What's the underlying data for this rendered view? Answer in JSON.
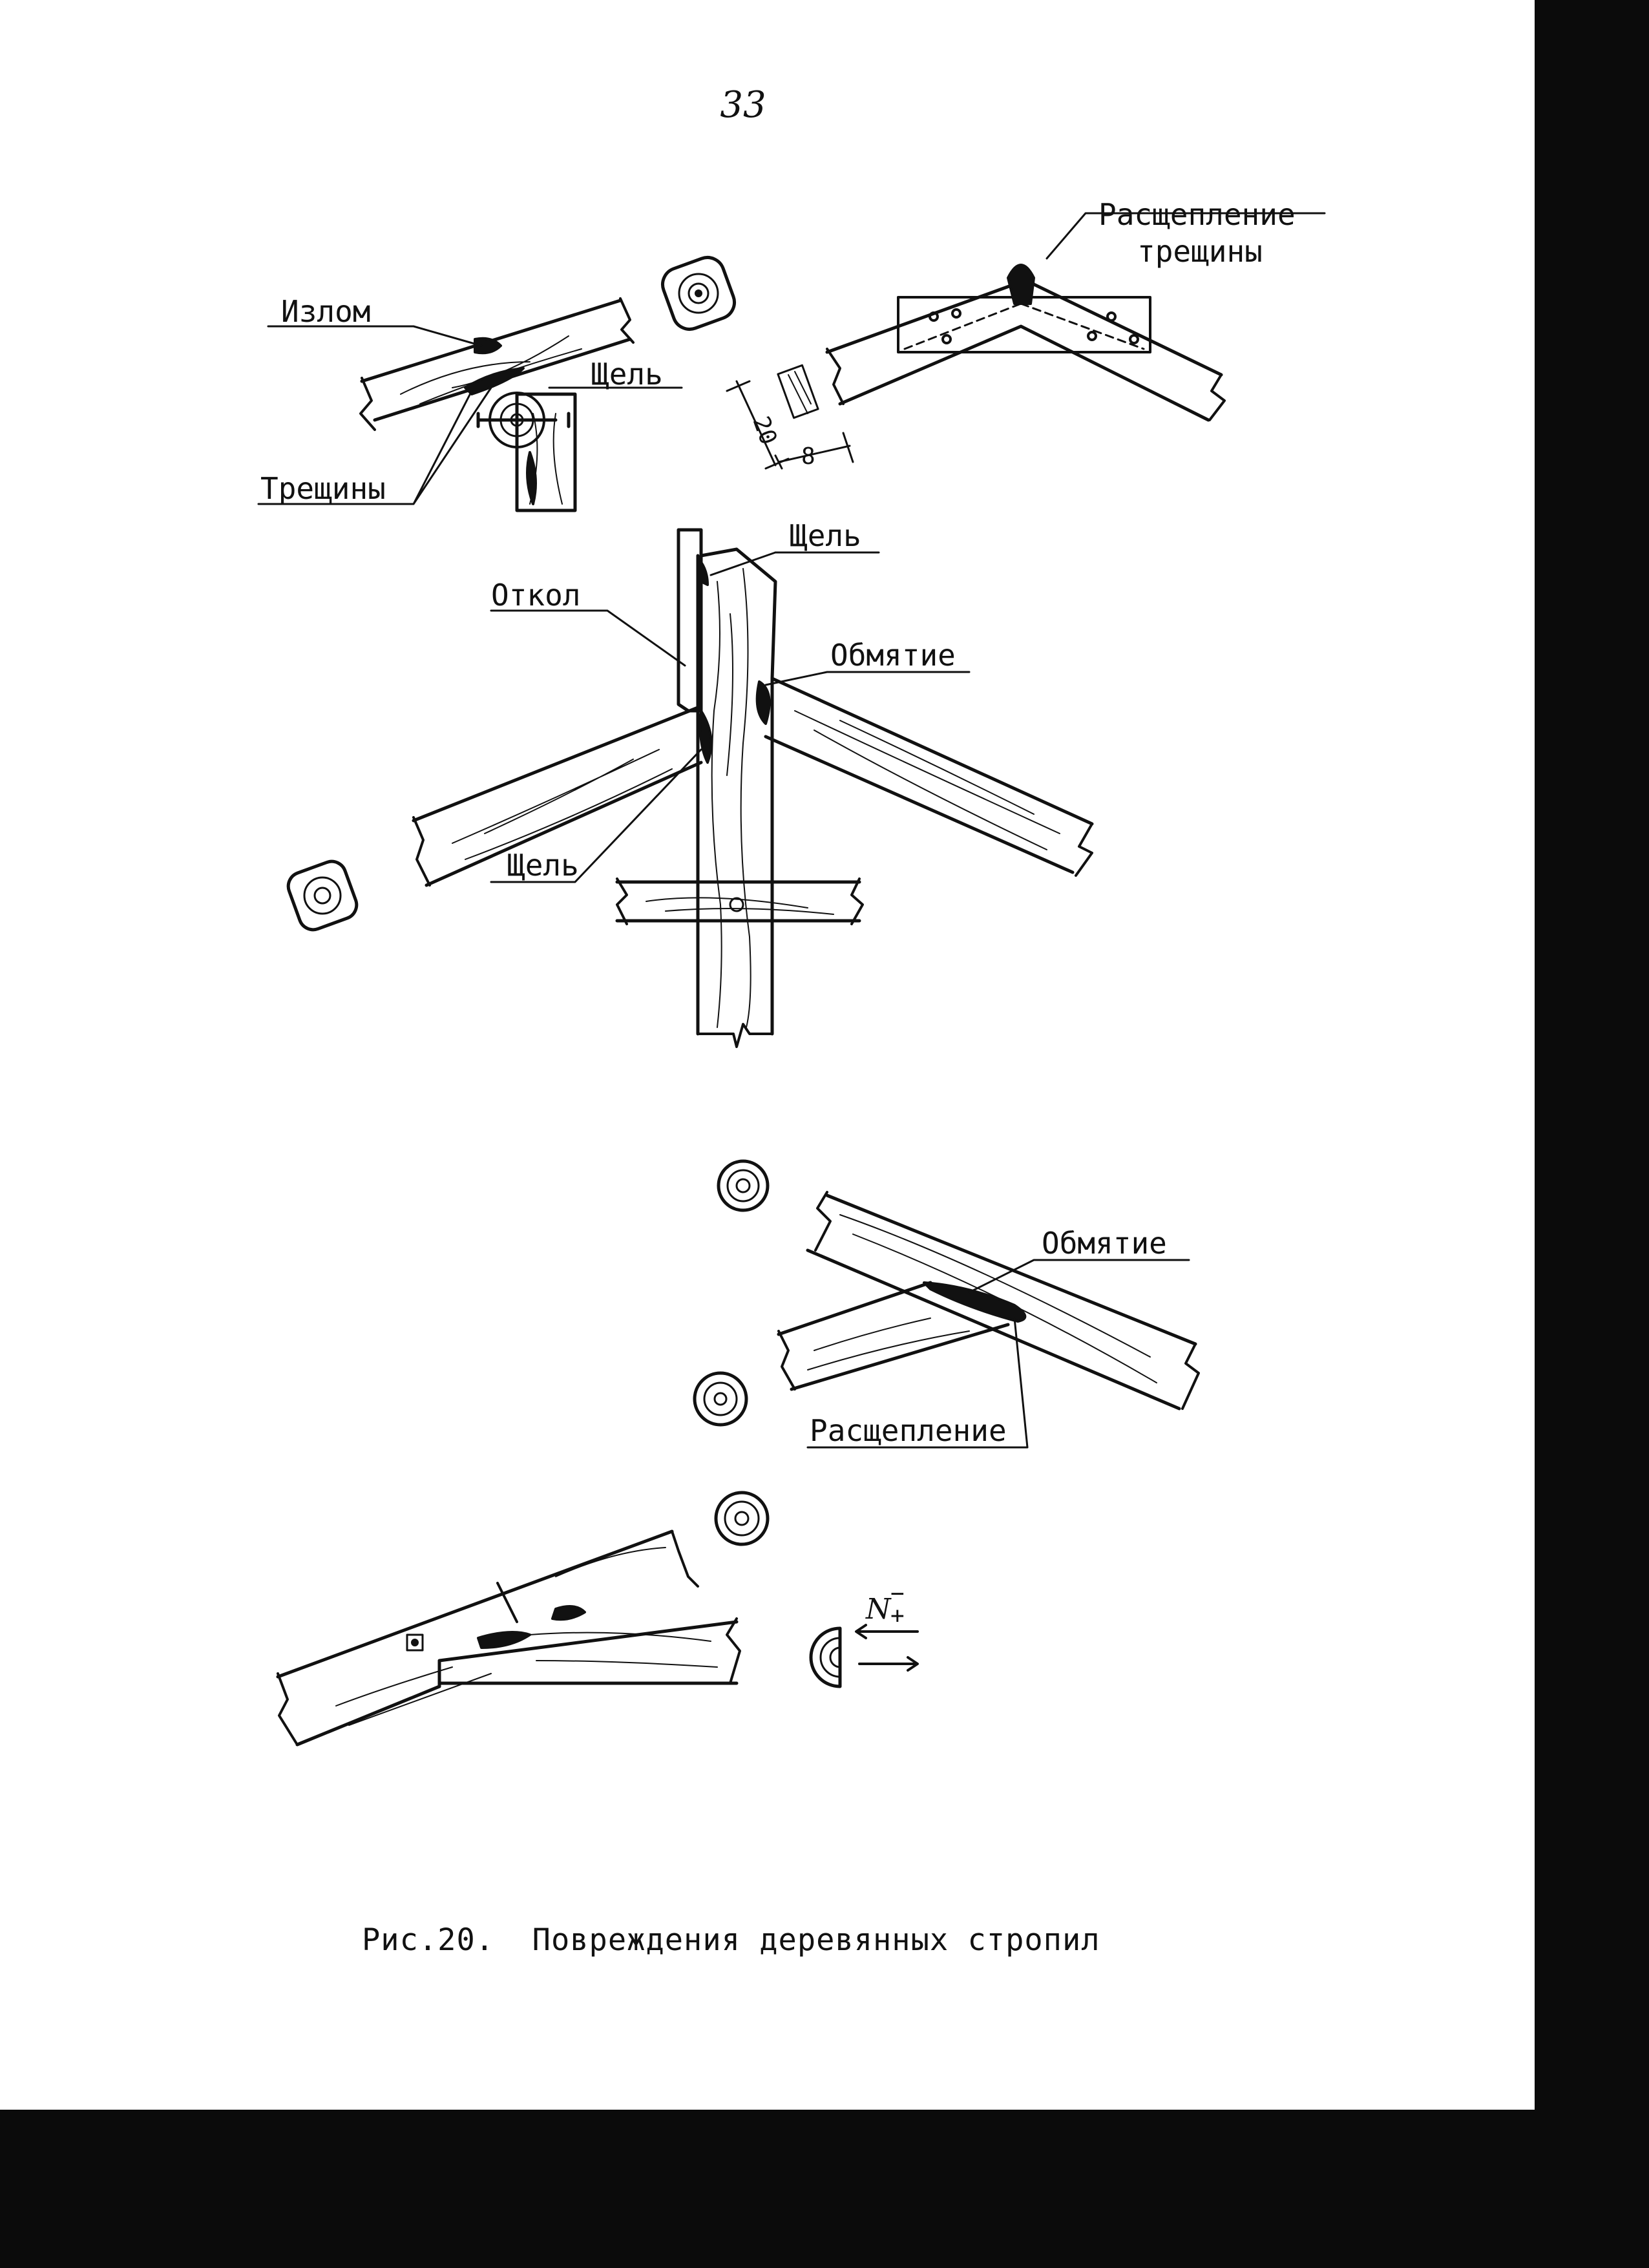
{
  "page": {
    "number": "33",
    "caption_fig": "Рис.20.",
    "caption_text": "Повреждения деревянных стропил"
  },
  "labels": {
    "izlom": "Излом",
    "shchel_top": "Щель",
    "treshchiny": "Трещины",
    "rasshcheplenie_top": "Расщепление",
    "treshchiny_small": "трещины",
    "dim_20": "20",
    "dim_8": "8",
    "shchel_mid_top": "Щель",
    "otkol": "Откол",
    "obmyatie_mid": "Обмятие",
    "shchel_mid_bottom": "Щель",
    "obmyatie_low": "Обмятие",
    "rasshcheplenie_low": "Расщепление",
    "force_N": "N",
    "force_minus": "−",
    "force_plus": "+"
  },
  "colors": {
    "ink": "#111111",
    "paper": "#ffffff",
    "scan_edge": "#0b0b0b"
  }
}
